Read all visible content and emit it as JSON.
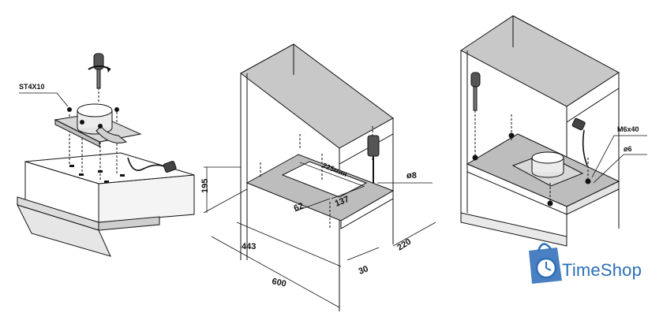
{
  "labels": {
    "screw_spec": "ST4X10",
    "dim_height": "195",
    "dim_width": "600",
    "dim_depth_left": "443",
    "dim_cutout_width": "225мин",
    "dim_cutout_depth": "137",
    "dim_cutout_offset": "62",
    "dim_hole": "ø8",
    "dim_edge": "30",
    "dim_depth_right": "220",
    "bolt_spec": "M6x40",
    "washer_spec": "ø6"
  },
  "logo": {
    "text": "TimeShop",
    "color": "#2b6fb6"
  }
}
